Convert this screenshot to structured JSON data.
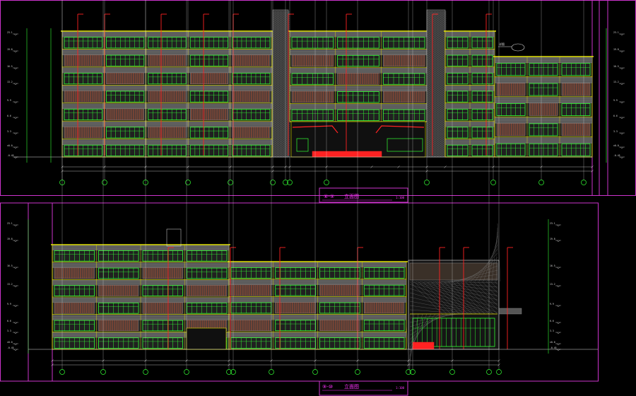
{
  "drawing": {
    "background": "#000000",
    "frame_color": "#cc33cc",
    "colors": {
      "yellow": "#e6e600",
      "green": "#33ff33",
      "red": "#ff2222",
      "gray": "#9a9a9a",
      "dark_gray": "#5a5a5a",
      "white": "#dddddd",
      "magenta": "#ff33ff",
      "cyan": "#33cccc"
    }
  },
  "elevations": [
    {
      "title_prefix": "⑧-⑨",
      "title": "立面图",
      "scale": "1:100",
      "axis_labels": [
        "1",
        "2",
        "3",
        "4",
        "5",
        "6",
        "7",
        "8",
        "9",
        "10",
        "11",
        "12",
        "13"
      ],
      "level_labels": [
        "23.1",
        "19.8",
        "16.5",
        "13.2",
        "9.9",
        "6.6",
        "3.3",
        "±0.0",
        "-0.45"
      ]
    },
    {
      "title_prefix": "⑨-⑩",
      "title": "立面图",
      "scale": "1:100",
      "axis_labels": [
        "1",
        "2",
        "3",
        "4",
        "5",
        "6",
        "7",
        "8",
        "9",
        "10",
        "11",
        "12",
        "13",
        "14"
      ],
      "level_labels": [
        "23.1",
        "19.8",
        "16.5",
        "13.2",
        "9.9",
        "6.6",
        "3.3",
        "±0.0",
        "-0.45"
      ]
    }
  ],
  "annotation": {
    "callout": "详图"
  }
}
